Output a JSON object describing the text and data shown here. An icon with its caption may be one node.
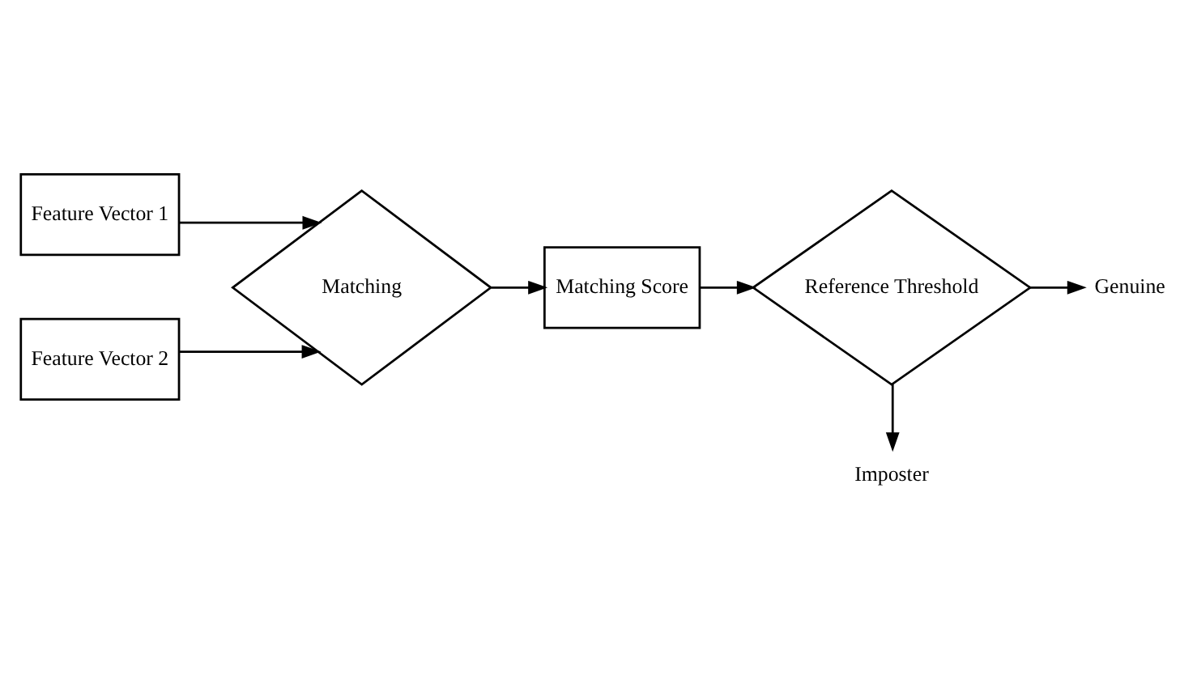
{
  "diagram": {
    "nodes": [
      {
        "text": [
          "Feature Vector 1"
        ]
      },
      {
        "text": [
          "Feature Vector 2"
        ]
      },
      {
        "text": [
          "Matching"
        ]
      },
      {
        "text": [
          "Matching Score"
        ]
      },
      {
        "text": [
          "Reference Threshold"
        ]
      },
      {
        "text": [
          "Genuine"
        ]
      },
      {
        "text": [
          "Imposter"
        ]
      }
    ],
    "edges": [
      {
        "from": 0,
        "to": 2,
        "arrow": "to"
      },
      {
        "from": 1,
        "to": 2,
        "arrow": "to"
      },
      {
        "from": 2,
        "to": 3,
        "arrow": "to"
      },
      {
        "from": 3,
        "to": 4,
        "arrow": "to"
      },
      {
        "from": 4,
        "to": 5,
        "arrow": "to"
      },
      {
        "from": 4,
        "to": 6,
        "arrow": "to"
      }
    ]
  }
}
